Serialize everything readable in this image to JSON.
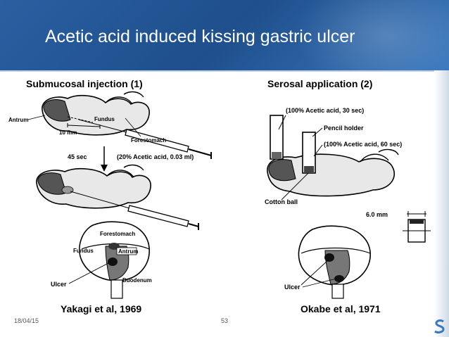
{
  "slide": {
    "title": "Acetic acid induced kissing gastric ulcer",
    "date": "18/04/15",
    "page_number": "53",
    "colors": {
      "header": "#1f4f8c",
      "header_light": "#3a78bd",
      "text": "#000000"
    }
  },
  "left_panel": {
    "heading": "Submucosal injection (1)",
    "labels": {
      "antrum": "Antrum",
      "fundus": "Fundus",
      "forestomach": "Forestomach",
      "distance": "10 mm",
      "time": "45 sec",
      "injection": "(20% Acetic acid, 0.03 ml)",
      "cross_forestomach": "Forestomach",
      "cross_fundus": "Fundus",
      "cross_antrum": "Antrum",
      "ulcer": "Ulcer",
      "duodenum": "Duodenum"
    },
    "caption": "Yakagi et al, 1969"
  },
  "right_panel": {
    "heading": "Serosal application (2)",
    "labels": {
      "acid_30": "(100% Acetic acid, 30 sec)",
      "pencil_holder": "Pencil holder",
      "acid_60": "(100% Acetic acid, 60 sec)",
      "cotton_ball": "Cotton ball",
      "diameter": "6.0 mm",
      "ulcer": "Ulcer"
    },
    "caption": "Okabe et al, 1971"
  },
  "icons": {
    "logo": "s-shape-logo-icon"
  }
}
